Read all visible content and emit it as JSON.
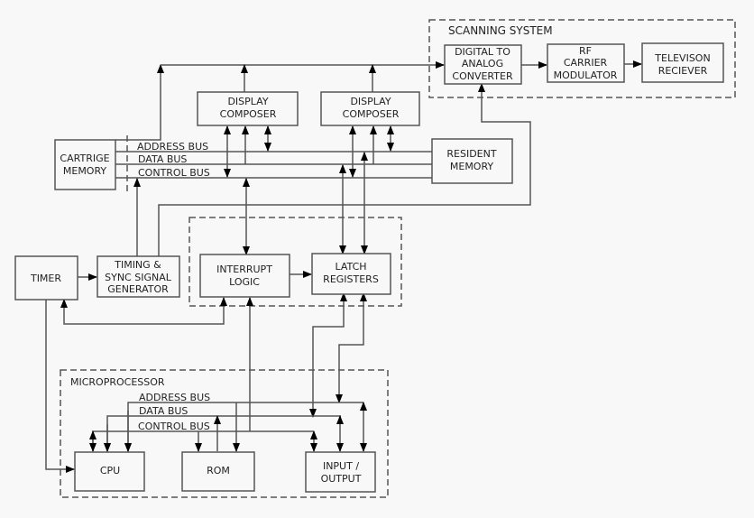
{
  "diagram": {
    "groups": {
      "scanning": "SCANNING SYSTEM",
      "microprocessor": "MICROPROCESSOR"
    },
    "blocks": {
      "dac": [
        "DIGITAL TO",
        "ANALOG",
        "CONVERTER"
      ],
      "rf": [
        "RF",
        "CARRIER",
        "MODULATOR"
      ],
      "tv": [
        "TELEVISON",
        "RECIEVER"
      ],
      "dc1": [
        "DISPLAY",
        "COMPOSER"
      ],
      "dc2": [
        "DISPLAY",
        "COMPOSER"
      ],
      "cart": [
        "CARTRIGE",
        "MEMORY"
      ],
      "res": [
        "RESIDENT",
        "MEMORY"
      ],
      "timer": [
        "TIMER"
      ],
      "sync": [
        "TIMING &",
        "SYNC SIGNAL",
        "GENERATOR"
      ],
      "irq": [
        "INTERRUPT",
        "LOGIC"
      ],
      "latch": [
        "LATCH",
        "REGISTERS"
      ],
      "cpu": [
        "CPU"
      ],
      "rom": [
        "ROM"
      ],
      "io": [
        "INPUT /",
        "OUTPUT"
      ]
    },
    "buses": {
      "top": [
        "ADDRESS BUS",
        "DATA BUS",
        "CONTROL BUS"
      ],
      "micro": [
        "ADDRESS BUS",
        "DATA BUS",
        "CONTROL BUS"
      ]
    }
  }
}
